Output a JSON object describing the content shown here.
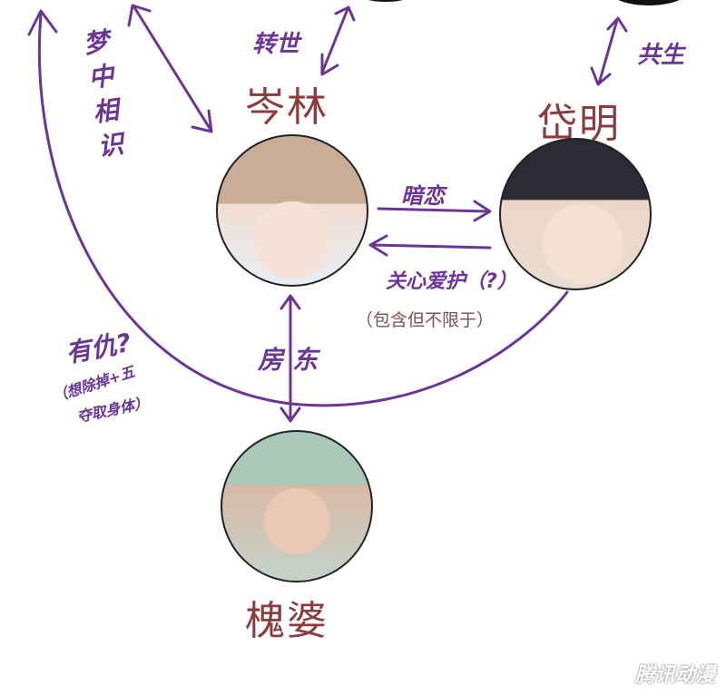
{
  "characters": {
    "cen_lin": "岑林",
    "dai_ming": "岱明",
    "huai_po": "槐婆"
  },
  "relations": {
    "dream_meet": "梦中相识",
    "reincarnation": "转世",
    "symbiosis": "共生",
    "crush": "暗恋",
    "care": "关心爱护（?）",
    "care_note": "（包含但不限于）",
    "grudge": "有仇?",
    "grudge_note_1": "（想除掉+五",
    "grudge_note_2": "夺取身体）",
    "landlord": "房东"
  },
  "watermark": "腾讯动漫",
  "colors": {
    "arrow": "#6b3597",
    "name": "#8b3b3d"
  }
}
